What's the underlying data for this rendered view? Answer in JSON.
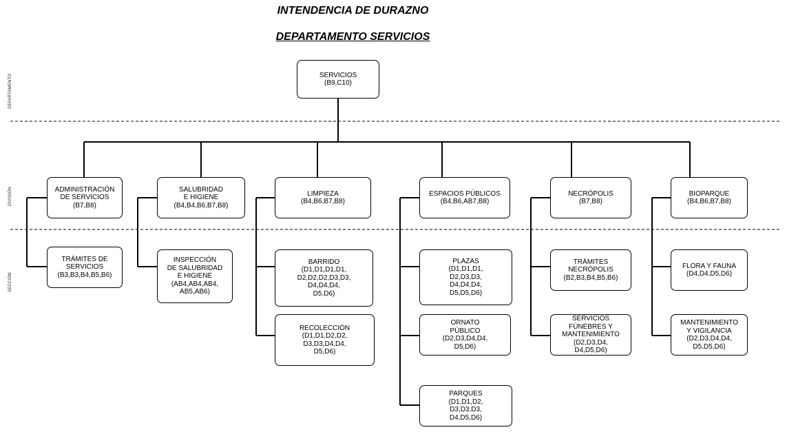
{
  "header": {
    "organization": "INTENDENCIA DE DURAZNO",
    "department": "DEPARTAMENTO SERVICIOS"
  },
  "side_labels": {
    "departamento": "DEPARTAMENTO",
    "division": "DIVISIÓN",
    "seccion": "SECCIÓN"
  },
  "nodes": {
    "servicios": {
      "name": "SERVICIOS",
      "codes": "(B9,C10)"
    },
    "administracion": {
      "name": "ADMINISTRACIÓN\nDE SERVICIOS",
      "codes": "(B7,B8)"
    },
    "salubridad": {
      "name": "SALUBRIDAD\nE HIGIENE",
      "codes": "(B4,B4,B6,B7,B8)"
    },
    "limpieza": {
      "name": "LIMPIEZA",
      "codes": "(B4,B6,B7,B8)"
    },
    "espacios": {
      "name": "ESPACIOS PÚBLICOS",
      "codes": "(B4,B6,AB7,B8)"
    },
    "necropolis": {
      "name": "NECRÓPOLIS",
      "codes": "(B7,B8)"
    },
    "bioparque": {
      "name": "BIOPARQUE",
      "codes": "(B4,B6,B7,B8)"
    },
    "tramites_servicios": {
      "name": "TRÁMITES DE\nSERVICIOS",
      "codes": "(B3,B3,B4,B5,B6)"
    },
    "inspeccion": {
      "name": "INSPECCIÓN\nDE SALUBRIDAD\nE HIGIENE",
      "codes": "(AB4,AB4,AB4,\nAB5,AB6)"
    },
    "barrido": {
      "name": "BARRIDO",
      "codes": "(D1,D1,D1,D1,\nD2,D2,D2,D3,D3,\nD4,D4,D4,\nD5,D6)"
    },
    "recoleccion": {
      "name": "RECOLECCIÓN",
      "codes": "(D1,D1,D2,D2,\nD3,D3,D4,D4,\nD5,D6)"
    },
    "plazas": {
      "name": "PLAZAS",
      "codes": "(D1,D1,D1,\nD2,D3,D3,\nD4,D4,D4,\nD5,D5,D6)"
    },
    "ornato": {
      "name": "ORNATO\nPÚBLICO",
      "codes": "(D2,D3,D4,D4,\nD5,D6)"
    },
    "parques": {
      "name": "PARQUES",
      "codes": "(D1,D1,D2,\nD3,D3,D3,\nD4,D5,D6)"
    },
    "tramites_necropolis": {
      "name": "TRÁMITES\nNECRÓPOLIS",
      "codes": "(B2,B3,B4,B5,B6)"
    },
    "funebres": {
      "name": "SERVICIOS\nFÚNEBRES Y\nMANTENIMIENTO",
      "codes": "(D2,D3,D4,\nD4,D5,D6)"
    },
    "flora": {
      "name": "FLORA Y FAUNA",
      "codes": "(D4,D4,D5,D6)"
    },
    "mantenimiento": {
      "name": "MANTENIMIENTO\nY VIGILANCIA",
      "codes": "(D2,D3,D4,D4,\nD5,D5,D6)"
    }
  }
}
